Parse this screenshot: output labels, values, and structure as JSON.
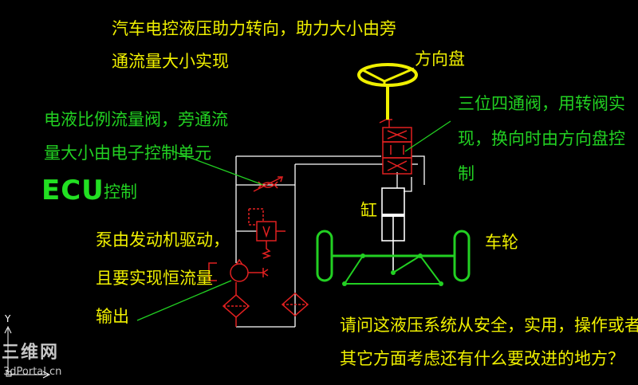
{
  "texts": {
    "title_line1": "汽车电控液压助力转向，助力大小由旁",
    "title_line2": "通流量大小实现",
    "steering_wheel": "方向盘",
    "valve_desc_line1": "三位四通阀，用转阀实",
    "valve_desc_line2": "现，换向时由方向盘控",
    "valve_desc_line3": "制",
    "flow_valve_line1": "电液比例流量阀，旁通流",
    "flow_valve_line2": "量大小由电子控制单元",
    "ecu": "ECU",
    "ecu_suffix": "控制",
    "cylinder": "缸",
    "wheel": "车轮",
    "pump_line1": "泵由发动机驱动，",
    "pump_line2": "且要实现恒流量",
    "pump_line3": "输出",
    "question_line1": "请问这液压系统从安全，实用，操作或者",
    "question_line2": "其它方面考虑还有什么要改进的地方？"
  },
  "watermark": {
    "brand": "三维网",
    "site": "3dPortal.cn"
  },
  "axis_label": "Y",
  "colors": {
    "yellow": "#f0f000",
    "green": "#22d022",
    "red": "#e02020",
    "white": "#ffffff",
    "background": "#000000"
  }
}
